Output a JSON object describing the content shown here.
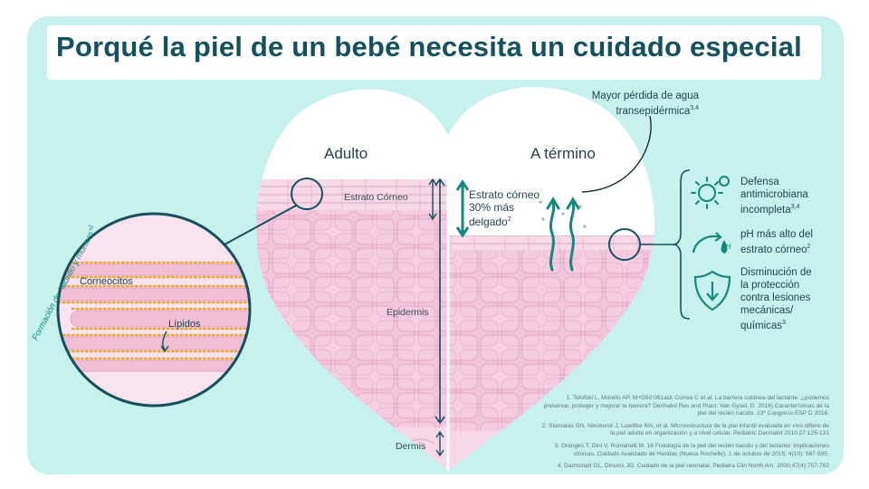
{
  "title": "Porqué la piel de un bebé necesita un cuidado especial",
  "heart": {
    "adult_label": "Adulto",
    "term_label": "A término",
    "stratum_corneum_label": "Estrato Córneo",
    "epidermis_label": "Epidermis",
    "dermis_label": "Dermis",
    "thinner_note": {
      "line1": "Estrato córneo",
      "line2": "30% más",
      "line3": "delgado",
      "sup": "2"
    }
  },
  "water_loss": {
    "line1": "Mayor pérdida de agua",
    "line2": "transepidérmica",
    "sup": "3,4"
  },
  "zoom": {
    "rotated_label": "Formación de \"ladrillo y mortero\"",
    "rotated_sup": "1",
    "corneocytes_label": "Corneocitos",
    "lipids_label": "Lípidos"
  },
  "benefits": [
    {
      "icon": "virus-shield-icon",
      "lines": [
        "Defensa",
        "antimicrobiana",
        "incompleta"
      ],
      "sup": "3,4"
    },
    {
      "icon": "ph-drop-icon",
      "lines": [
        "pH más alto del",
        "estrato córneo"
      ],
      "sup": "2"
    },
    {
      "icon": "shield-arrow-icon",
      "lines": [
        "Disminución de",
        "la protección",
        "contra lesiones",
        "mecánicas/",
        "químicas"
      ],
      "sup": "3"
    }
  ],
  "ph_tag": "pH",
  "references": [
    "1. Telofski L, Morello AP, M+D50:061ack Correa C et al. La barrera cutánea del lactante: ¿podemos preservar, proteger y mejorar la barrera? Dermatol Res and Pract. Van Gysel, D. 2016) Características de la piel del recién nacido, 13º Congreso ESP D 2016.",
    "2. Stamatas GN, Nikolovsk J, Luedtke MA, et al. Microestructura de la piel infantil evaluada en vivo difiere de la piel adulta en organización y a nivel celular. Pediatric Dermatol 2010;27:125-131",
    "3. Oranges T, Dini V, Romanelli M. 16 Fisiología de la piel del recién nacido y del lactante: implicaciones clínicas. Cuidado Avanzado de Heridas (Nueva Rochelle). 1 de octubre de 2015; 4(10): 587-595.",
    "4. Darmstadt GL, Dinulos JG. Cuidado de la piel neonatal. Pediatra Clin North Am. 2000;47(4):757-782"
  ],
  "colors": {
    "background": "#c7f1ec",
    "title": "#15505f",
    "teal": "#16877c",
    "skin_pink": "#f1c9dd",
    "lipid_dots": "#e8a83a"
  }
}
